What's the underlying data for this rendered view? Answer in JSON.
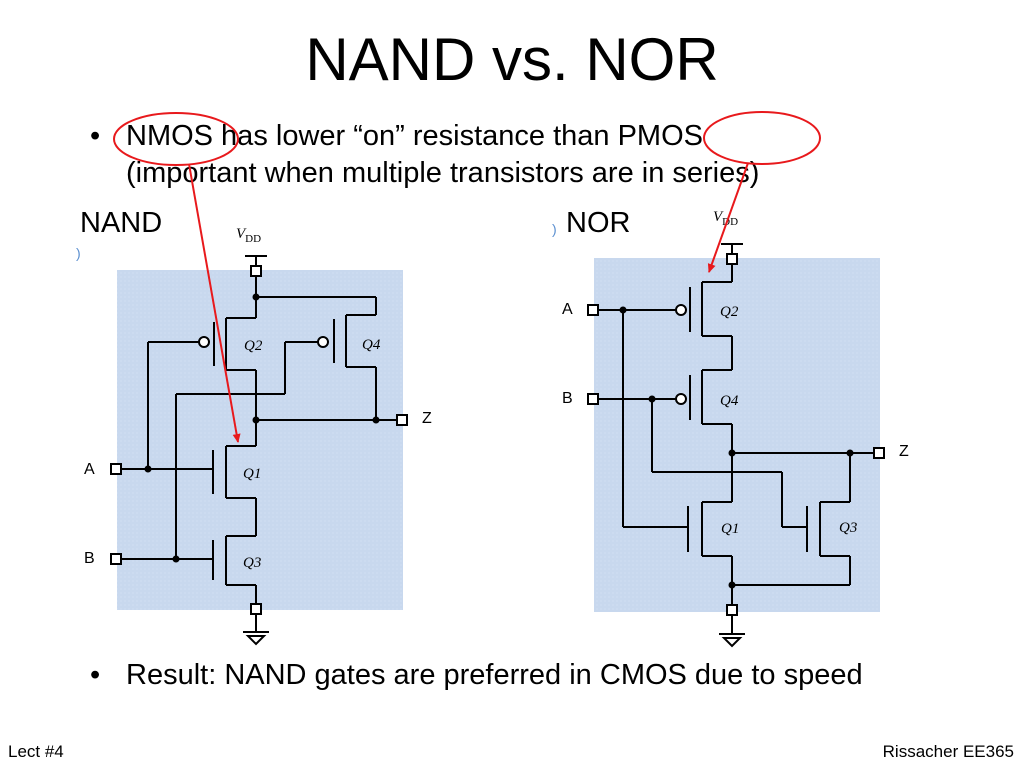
{
  "slide": {
    "title": "NAND vs. NOR",
    "bullet_char": "•",
    "bullet1_line1_pre": "NMOS",
    "bullet1_line1_mid": " has lower “on” resistance than ",
    "bullet1_line1_post": "PMOS",
    "bullet1_line2": "(important when multiple transistors are in series)",
    "bullet2": "Result: NAND gates are preferred in CMOS due to speed",
    "footer_left": "Lect #4",
    "footer_right": "Rissacher EE365"
  },
  "nand": {
    "caption": "NAND",
    "vdd_main": "V",
    "vdd_sub": "DD",
    "input_a": "A",
    "input_b": "B",
    "output": "Z",
    "q2": "Q2",
    "q4": "Q4",
    "q1": "Q1",
    "q3": "Q3"
  },
  "nor": {
    "caption": "NOR",
    "vdd_main": "V",
    "vdd_sub": "DD",
    "input_a": "A",
    "input_b": "B",
    "output": "Z",
    "q2": "Q2",
    "q4": "Q4",
    "q1": "Q1",
    "q3": "Q3"
  },
  "colors": {
    "circuit_bg": "#c8d8ee",
    "annotation": "#e8191c",
    "wire": "#000000"
  }
}
